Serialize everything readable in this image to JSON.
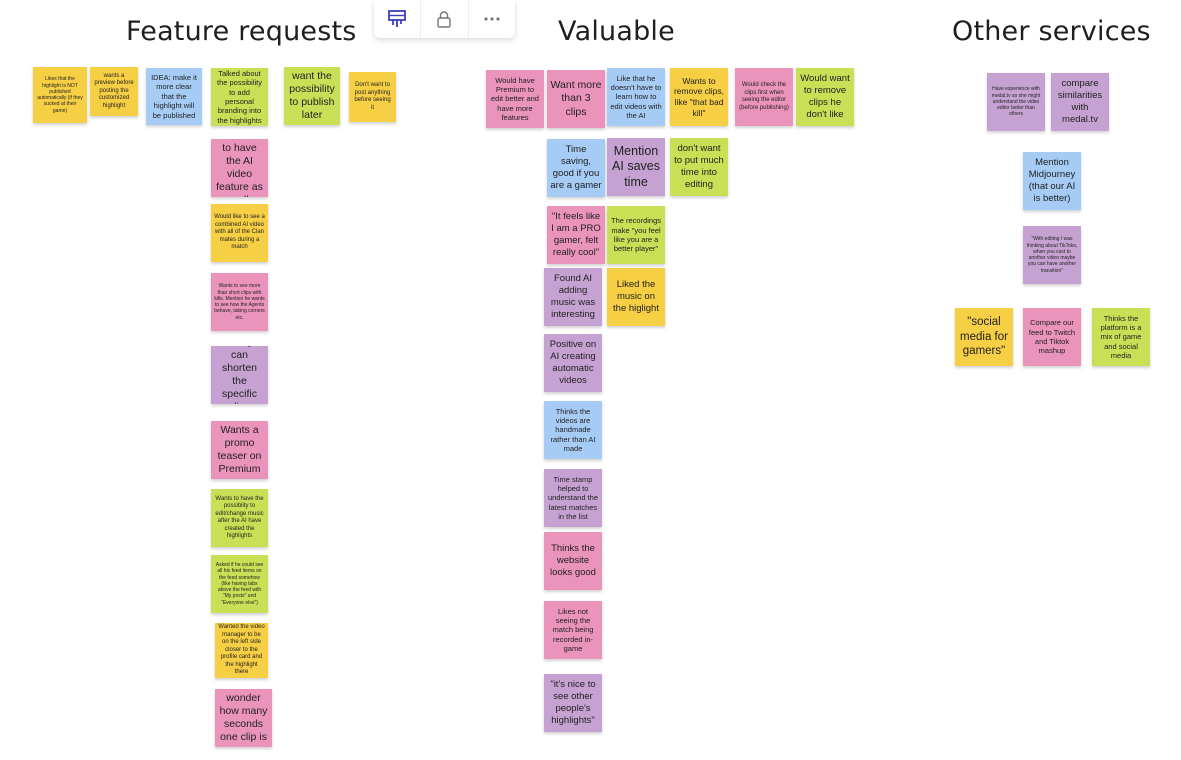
{
  "toolbar": {
    "icons": [
      "sticky-note-icon",
      "lock-icon",
      "more-icon"
    ]
  },
  "columns": {
    "feature_requests": "Feature requests",
    "valuable": "Valuable",
    "other_services": "Other services"
  },
  "colors": {
    "yellow": "#f6cf45",
    "blue": "#a6ccf5",
    "green": "#c9df56",
    "pink": "#ea94bb",
    "purple": "#c6a2d2"
  },
  "notes": {
    "fr": [
      "Likes that the highlight is NOT published automatically (if they sucked at their game)",
      "wants a preview before posting the customized highlight",
      "IDEA: make it more clear that the highlight will be published",
      "Talked about the possibility to add personal branding into the highlights",
      "want the possibility to publish later",
      "Don't want to post anything before seeing it",
      "Want LoL to have the AI video feature as well",
      "Would like to see a combined AI video with all of the Clan mates during a match",
      "Wants to see more than short clips with kills. Mention he wants to see how the Agents behave, taking corners etc.",
      "Thinks you can shorten the specific clips",
      "Wants a promo teaser on Premium",
      "Wants to have the possiblity to edit/change music after the AI have created the highlights",
      "Asked if he could see all his feed items on the feed somehow (like having tabs above the feed with \"My posts\" and \"Everyone else\")",
      "Wanted the video manager to be on the left side closer to the profile card and the highlight there",
      "wonder how many seconds one clip is"
    ],
    "val": [
      "Would have Premium to edit better and have more features",
      "Want more than 3 clips",
      "Like that he doesn't have to learn how to edit videos with the AI",
      "Wants to remove clips, like \"that bad kill\"",
      "Would check the clips first when seeing the editor (before publishing)",
      "Would want to remove clips he don't like",
      "Time saving, good if you are a gamer",
      "Mention AI saves time",
      "don't want to put much time into editing",
      "\"It feels like I am a PRO gamer, felt really cool\"",
      "The recordings make \"you feel like you are a better player\"",
      "Found AI adding music was interesting",
      "Liked the music on the higlight",
      "Positive on AI creating automatic videos",
      "Thinks the videos are handmade rather than AI made",
      "Time stamp helped to understand the latest matches in the list",
      "Thinks the website looks good",
      "Likes not seeing the match being recorded in-game",
      "\"it's nice to see other people's highlights\""
    ],
    "os": [
      "Have experience with medal.tv so she might understand the video editor better than others",
      "compare similarities with medal.tv",
      "Mention Midjourney (that our AI is better)",
      "\"With editing I was thinking about TikToks, when you cast to another video maybe you can have another transition\"",
      "\"social media for gamers\"",
      "Compare our feed to Twitch and Tiktok mashup",
      "Thinks the platform is a mix of game and social media"
    ]
  }
}
